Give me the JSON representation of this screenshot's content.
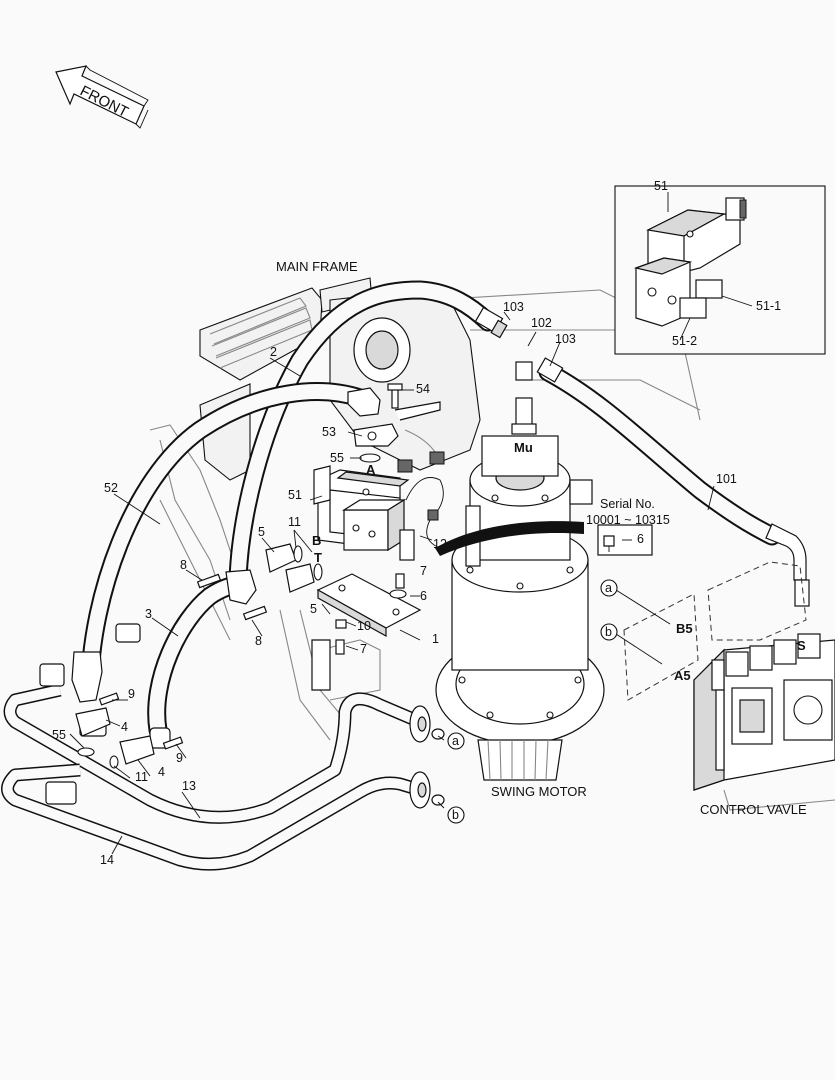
{
  "labels": {
    "front": "FRONT",
    "main_frame": "MAIN FRAME",
    "swing_motor": "SWING MOTOR",
    "control_valve": "CONTROL VAVLE",
    "serial_title": "Serial No.",
    "serial_range": "10001 ~ 10315"
  },
  "ports": {
    "A": "A",
    "B": "B",
    "T": "T",
    "Mu": "Mu",
    "B5": "B5",
    "A5": "A5",
    "S": "S",
    "a": "a",
    "b": "b"
  },
  "callouts": {
    "c1": "1",
    "c2": "2",
    "c3": "3",
    "c4a": "4",
    "c4b": "4",
    "c5a": "5",
    "c5b": "5",
    "c6a": "6",
    "c6b": "6",
    "c7a": "7",
    "c7b": "7",
    "c8a": "8",
    "c8b": "8",
    "c9a": "9",
    "c9b": "9",
    "c10": "10",
    "c11a": "11",
    "c11b": "11",
    "c12": "12",
    "c13": "13",
    "c14": "14",
    "c51": "51",
    "c51box": "51",
    "c51_1": "51-1",
    "c51_2": "51-2",
    "c52": "52",
    "c53": "53",
    "c54": "54",
    "c55a": "55",
    "c55b": "55",
    "c101": "101",
    "c102": "102",
    "c103a": "103",
    "c103b": "103"
  }
}
